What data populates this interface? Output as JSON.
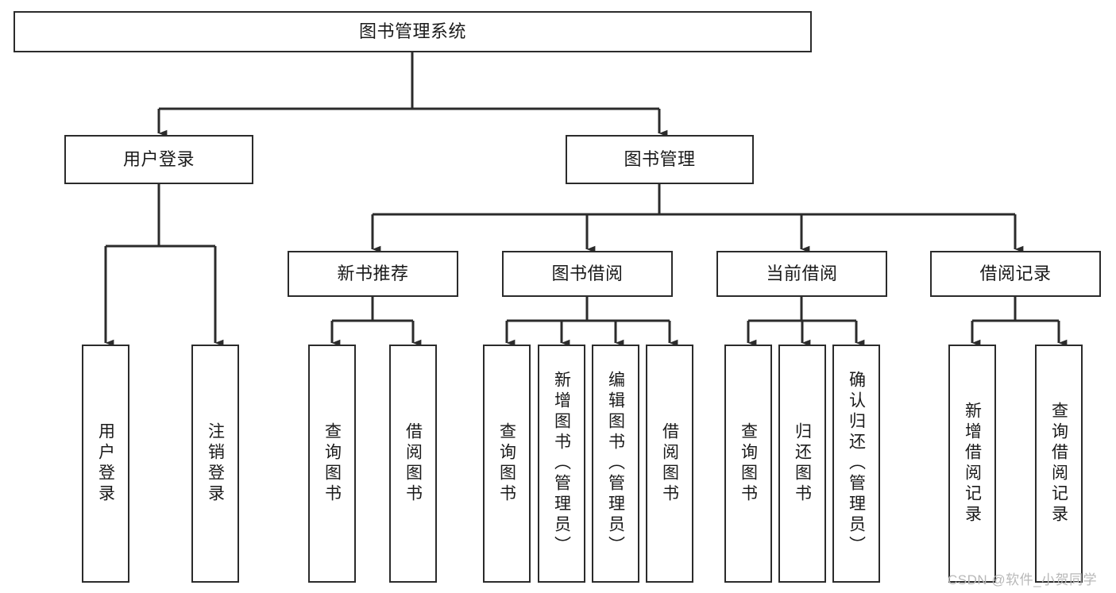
{
  "diagram": {
    "title": "图书管理系统",
    "type": "tree-hierarchy-diagram",
    "watermark": "CSDN @软件_小贺同学",
    "colors": {
      "background": "#ffffff",
      "box_border": "#2b2b2b",
      "box_fill": "#ffffff",
      "connector": "#2b2b2b",
      "text": "#1a1a1a",
      "watermark": "#b8b8b8"
    },
    "nodes": {
      "root": {
        "label": "图书管理系统",
        "orientation": "horizontal"
      },
      "level2": [
        {
          "id": "user-login",
          "label": "用户登录",
          "orientation": "horizontal"
        },
        {
          "id": "book-manage",
          "label": "图书管理",
          "orientation": "horizontal"
        }
      ],
      "level3": [
        {
          "id": "new-book-recommend",
          "label": "新书推荐",
          "orientation": "horizontal"
        },
        {
          "id": "book-borrow",
          "label": "图书借阅",
          "orientation": "horizontal"
        },
        {
          "id": "current-borrow",
          "label": "当前借阅",
          "orientation": "horizontal"
        },
        {
          "id": "borrow-record",
          "label": "借阅记录",
          "orientation": "horizontal"
        }
      ],
      "leaves": {
        "user-login": [
          {
            "id": "leaf-user-login",
            "label": "用户登录",
            "orientation": "vertical"
          },
          {
            "id": "leaf-user-logout",
            "label": "注销登录",
            "orientation": "vertical"
          }
        ],
        "new-book-recommend": [
          {
            "id": "leaf-query-book-1",
            "label": "查询图书",
            "orientation": "vertical"
          },
          {
            "id": "leaf-borrow-book-1",
            "label": "借阅图书",
            "orientation": "vertical"
          }
        ],
        "book-borrow": [
          {
            "id": "leaf-query-book-2",
            "label": "查询图书",
            "orientation": "vertical"
          },
          {
            "id": "leaf-add-book",
            "label": "新增图书（管理员）",
            "orientation": "vertical"
          },
          {
            "id": "leaf-edit-book",
            "label": "编辑图书（管理员）",
            "orientation": "vertical"
          },
          {
            "id": "leaf-borrow-book-2",
            "label": "借阅图书",
            "orientation": "vertical"
          }
        ],
        "current-borrow": [
          {
            "id": "leaf-query-book-3",
            "label": "查询图书",
            "orientation": "vertical"
          },
          {
            "id": "leaf-return-book",
            "label": "归还图书",
            "orientation": "vertical"
          },
          {
            "id": "leaf-confirm-return",
            "label": "确认归还（管理员）",
            "orientation": "vertical"
          }
        ],
        "borrow-record": [
          {
            "id": "leaf-add-record",
            "label": "新增借阅记录",
            "orientation": "vertical"
          },
          {
            "id": "leaf-query-record",
            "label": "查询借阅记录",
            "orientation": "vertical"
          }
        ]
      }
    }
  }
}
